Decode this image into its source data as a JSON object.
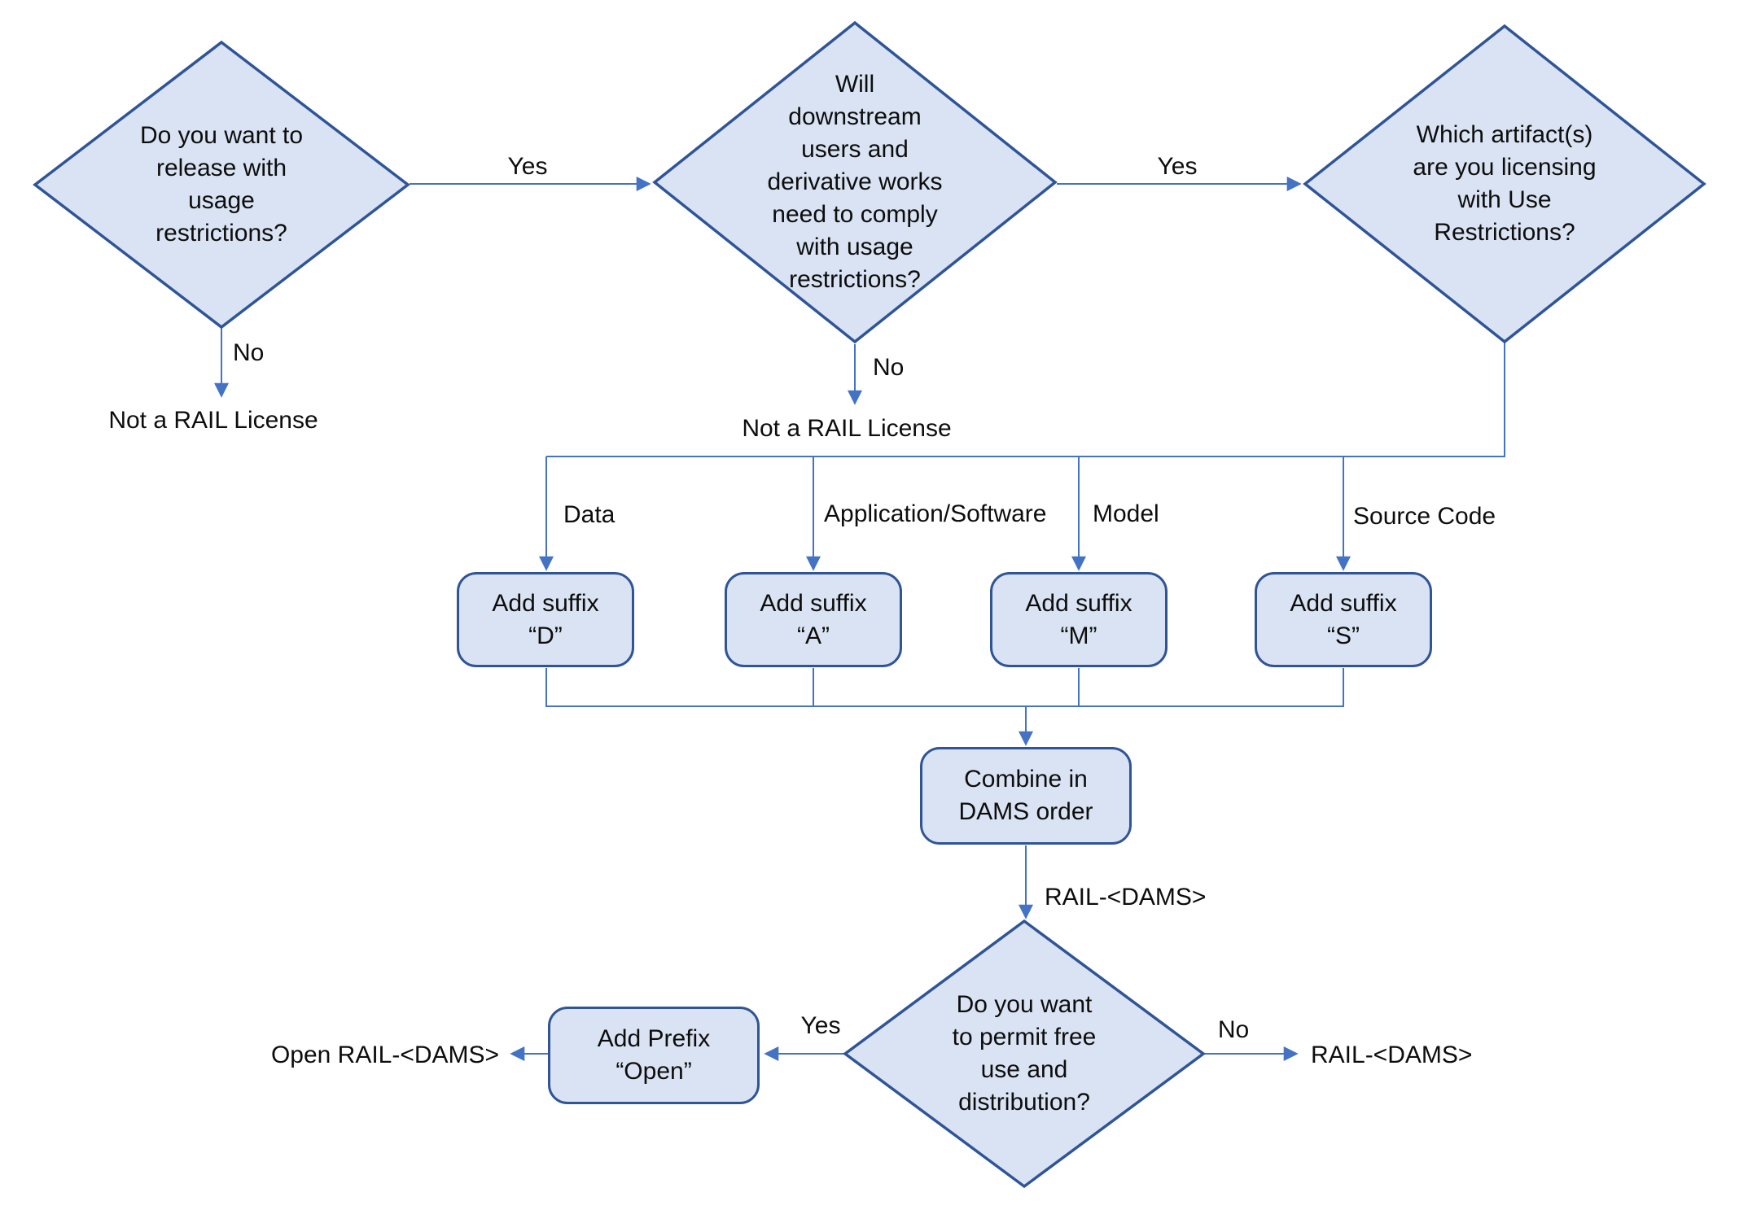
{
  "colors": {
    "bg": "#ffffff",
    "shape-fill": "#dae3f3",
    "shape-border": "#2f5597",
    "line": "#4472c4",
    "text": "#0d0d0d"
  },
  "nodes": {
    "d1": {
      "type": "decision",
      "label": "Do you want to release with usage restrictions?",
      "lines": [
        "Do you want to",
        "release with",
        "usage",
        "restrictions?"
      ]
    },
    "d2": {
      "type": "decision",
      "label": "Will downstream users and derivative works need to comply with usage restrictions?",
      "lines": [
        "Will",
        "downstream",
        "users and",
        "derivative works",
        "need to comply",
        "with usage",
        "restrictions?"
      ]
    },
    "d3": {
      "type": "decision",
      "label": "Which artifact(s) are you licensing with Use Restrictions?",
      "lines": [
        "Which artifact(s)",
        "are you licensing",
        "with Use",
        "Restrictions?"
      ]
    },
    "d4": {
      "type": "decision",
      "label": "Do you want to permit free use and distribution?",
      "lines": [
        "Do you want",
        "to permit free",
        "use and",
        "distribution?"
      ]
    },
    "b1": {
      "type": "process",
      "label": "Add suffix “D”",
      "lines": [
        "Add suffix",
        "“D”"
      ]
    },
    "b2": {
      "type": "process",
      "label": "Add suffix “A”",
      "lines": [
        "Add suffix",
        "“A”"
      ]
    },
    "b3": {
      "type": "process",
      "label": "Add suffix “M”",
      "lines": [
        "Add suffix",
        "“M”"
      ]
    },
    "b4": {
      "type": "process",
      "label": "Add suffix “S”",
      "lines": [
        "Add suffix",
        "“S”"
      ]
    },
    "combine": {
      "type": "process",
      "label": "Combine in DAMS order",
      "lines": [
        "Combine in",
        "DAMS order"
      ]
    },
    "addprefix": {
      "type": "process",
      "label": "Add Prefix “Open”",
      "lines": [
        "Add Prefix",
        "“Open”"
      ]
    }
  },
  "edges": {
    "yes1": "Yes",
    "yes2": "Yes",
    "no1": "No",
    "no2": "No",
    "data": "Data",
    "application": "Application/Software",
    "model": "Model",
    "source": "Source Code",
    "rail_dams": "RAIL-<DAMS>",
    "yes3": "Yes",
    "no3": "No"
  },
  "terminals": {
    "not_rail_left": "Not a RAIL License",
    "not_rail_mid": "Not a RAIL License",
    "open_rail": "Open RAIL-<DAMS>",
    "rail_dams": "RAIL-<DAMS>"
  }
}
